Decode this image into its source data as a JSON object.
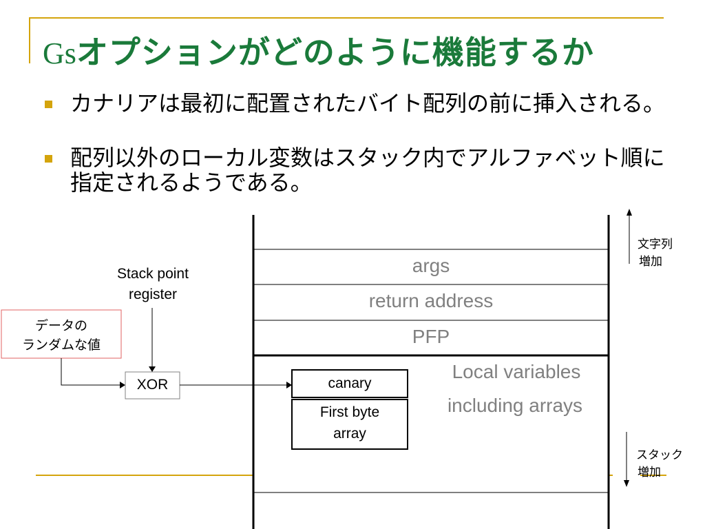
{
  "slide": {
    "title_prefix": "Gs",
    "title_rest": "オプションがどのように機能するか",
    "bullets": [
      "カナリアは最初に配置されたバイト配列の前に挿入される。",
      "配列以外のローカル変数はスタック内でアルファベット順に指定されるようである。"
    ]
  },
  "diagram": {
    "stack_cells": [
      "args",
      "return address",
      "PFP"
    ],
    "local_vars_line1": "Local variables",
    "local_vars_line2": "including arrays",
    "canary": "canary",
    "first_byte_line1": "First byte",
    "first_byte_line2": "array",
    "xor": "XOR",
    "stack_point_line1": "Stack point",
    "stack_point_line2": "register",
    "random_line1": "データの",
    "random_line2": "ランダムな値",
    "string_growth_line1": "文字列",
    "string_growth_line2": "増加",
    "stack_growth_line1": "スタック",
    "stack_growth_line2": "増加"
  },
  "colors": {
    "title": "#1a7a3a",
    "accent_line": "#d4a40c",
    "random_box_border": "#e06060",
    "gray_text": "#808080"
  }
}
